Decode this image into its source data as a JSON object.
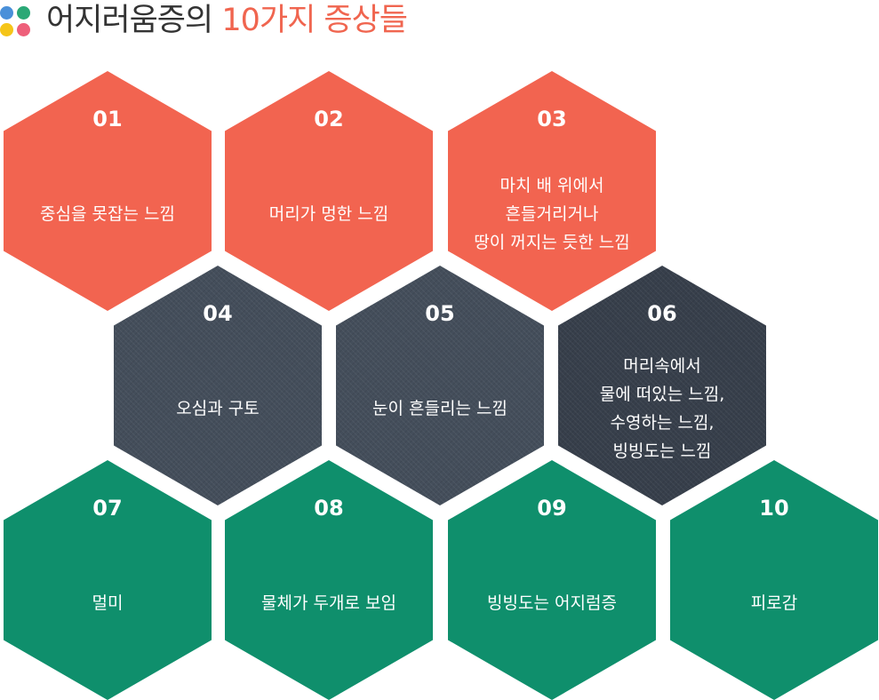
{
  "header": {
    "title_main": "어지러움증의 ",
    "title_accent": "10가지 증상들"
  },
  "colors": {
    "coral": "#f26450",
    "dark": "#3f4955",
    "green": "#0f8f6c",
    "title_accent": "#f0654f",
    "dot_blue": "#4a90d9",
    "dot_green": "#2aa876",
    "dot_yellow": "#f5c518",
    "dot_pink": "#ee5f7a"
  },
  "symptoms": [
    {
      "num": "01",
      "text": "중심을 못잡는 느낌"
    },
    {
      "num": "02",
      "text": "머리가 멍한 느낌"
    },
    {
      "num": "03",
      "text": "마치 배 위에서\n흔들거리거나\n땅이 꺼지는 듯한 느낌"
    },
    {
      "num": "04",
      "text": "오심과 구토"
    },
    {
      "num": "05",
      "text": "눈이 흔들리는 느낌"
    },
    {
      "num": "06",
      "text": "머리속에서\n물에 떠있는 느낌,\n수영하는 느낌,\n빙빙도는 느낌"
    },
    {
      "num": "07",
      "text": "멀미"
    },
    {
      "num": "08",
      "text": "물체가 두개로 보임"
    },
    {
      "num": "09",
      "text": "빙빙도는 어지럼증"
    },
    {
      "num": "10",
      "text": "피로감"
    }
  ]
}
